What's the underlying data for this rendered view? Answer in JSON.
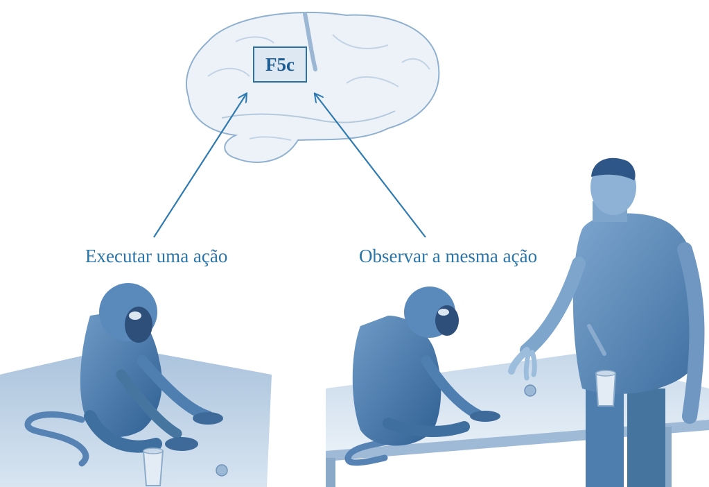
{
  "brain": {
    "region_label": "F5c"
  },
  "panels": {
    "execute_caption": "Executar uma ação",
    "observe_caption": "Observar a mesma ação"
  },
  "colors": {
    "arrow": "#2f7ab0",
    "text": "#2a74a8",
    "illustration": "#4f86b8",
    "brain_fill": "#edf2f8"
  }
}
